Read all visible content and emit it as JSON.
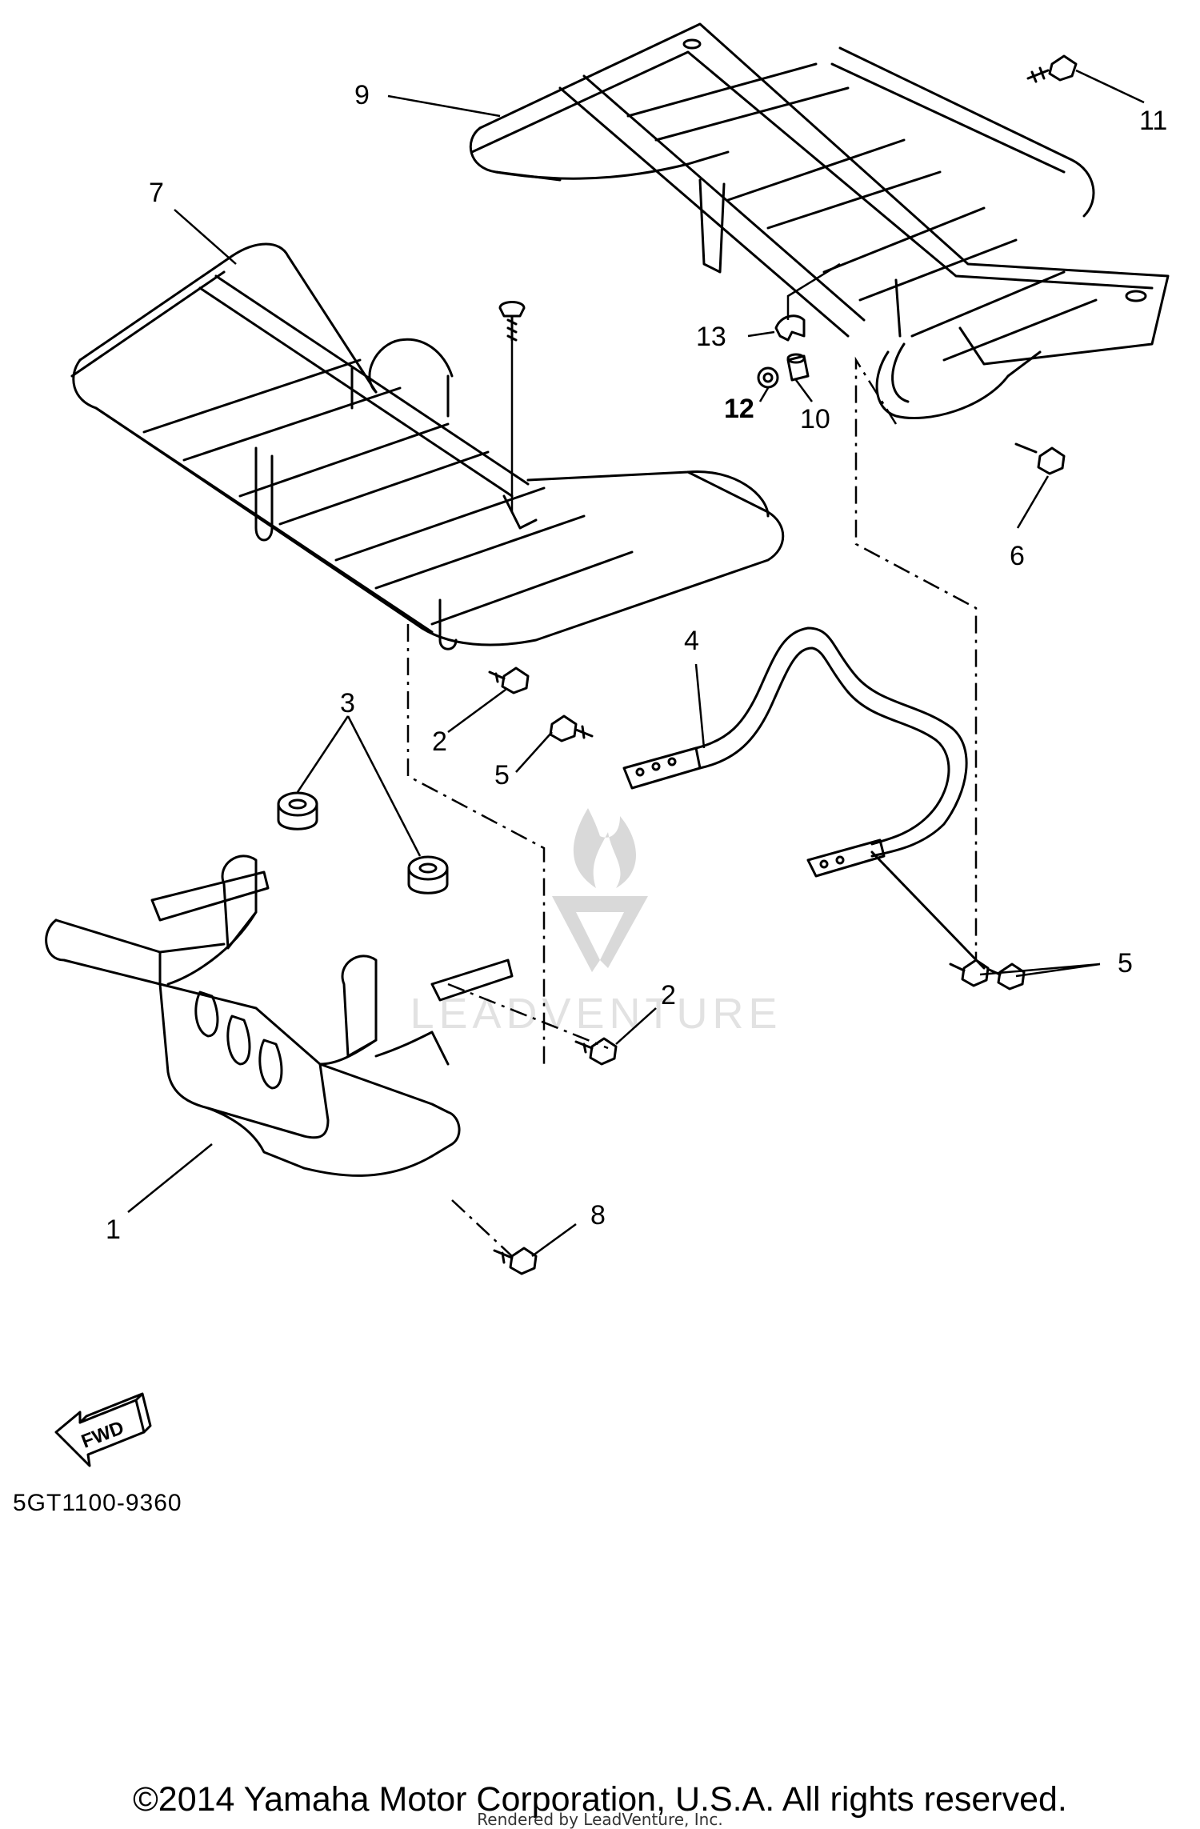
{
  "diagram": {
    "code": "5GT1100-9360",
    "copyright": "©2014 Yamaha Motor Corporation, U.S.A. All rights reserved.",
    "rendered_by": "Rendered by LeadVenture, Inc.",
    "watermark": "LEADVENTURE",
    "fwd_label": "FWD",
    "callouts": {
      "c1": "1",
      "c2a": "2",
      "c2b": "2",
      "c3": "3",
      "c4": "4",
      "c5a": "5",
      "c5b": "5",
      "c6": "6",
      "c7": "7",
      "c8": "8",
      "c9": "9",
      "c10": "10",
      "c11": "11",
      "c12": "12",
      "c13": "13"
    }
  }
}
